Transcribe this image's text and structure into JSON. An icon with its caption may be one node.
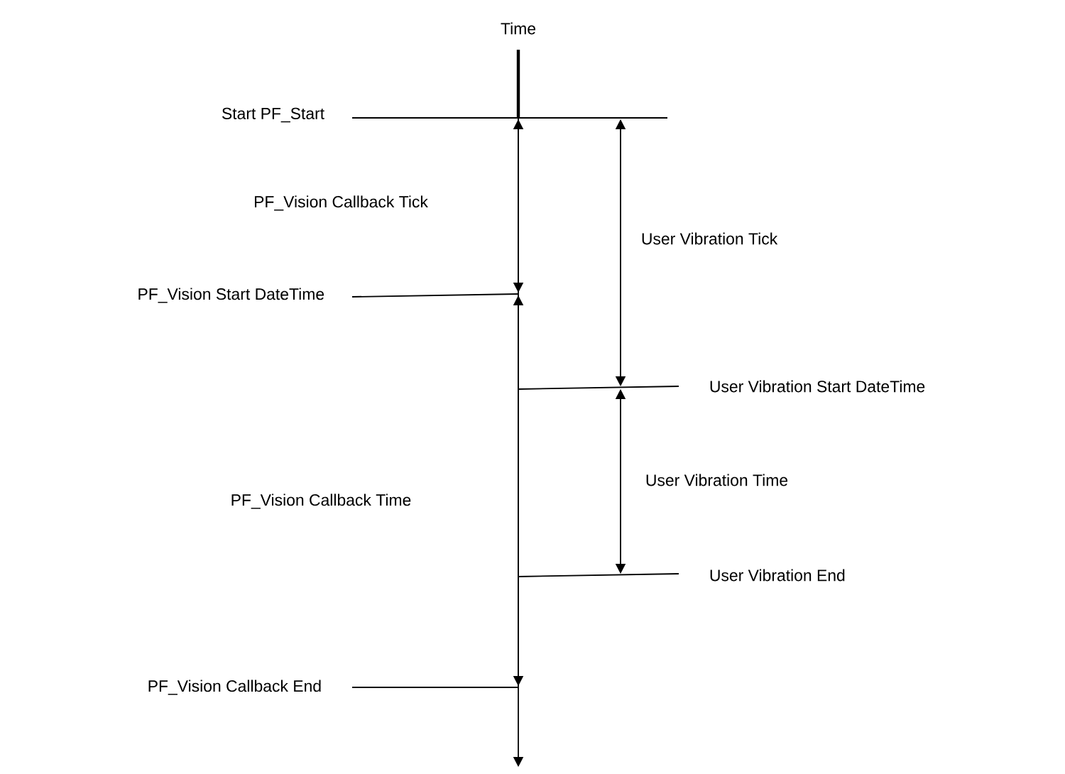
{
  "diagram": {
    "labels": [
      "Time",
      "Start PF_Start",
      "PF_Vision Callback Tick",
      "User Vibration Tick",
      "PF_Vision Start DateTime",
      "User Vibration Start DateTime",
      "User Vibration Time",
      "PF_Vision Callback Time",
      "User Vibration End",
      "PF_Vision Callback End"
    ]
  }
}
